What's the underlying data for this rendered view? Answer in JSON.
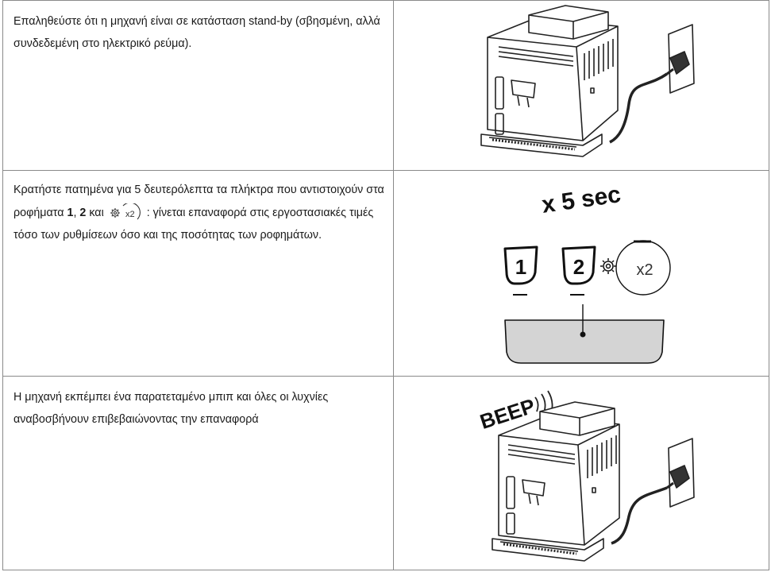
{
  "rows": [
    {
      "text": "Επαληθεύστε ότι η μηχανή είναι σε κατάσταση stand-by (σβησμένη, αλλά συνδεδεμένη στο ηλεκτρικό ρεύμα).",
      "illustration": "coffee-machine-plugged-in"
    },
    {
      "text_before": "Κρατήστε πατημένα για 5 δευτερόλεπτα τα πλήκτρα που αντιστοιχούν στα ροφήματα ",
      "key1": "1",
      "sep": ", ",
      "key2": "2",
      "and_word": " και ",
      "icon_label": "x2",
      "text_after": " : γίνεται επαναφορά στις εργοστασιακές τιμές τόσο των ρυθμίσεων όσο και της ποσότητας των ροφημάτων.",
      "illustration": {
        "duration": "x 5 sec",
        "button1": "1",
        "button2": "2",
        "settings_label": "x2"
      }
    },
    {
      "text": "Η μηχανή εκπέμπει ένα παρατεταμένο μπιπ και όλες οι λυχνίες αναβοσβήνουν επιβεβαιώνοντας την επαναφορά",
      "illustration": {
        "sound": "BEEP"
      }
    }
  ]
}
